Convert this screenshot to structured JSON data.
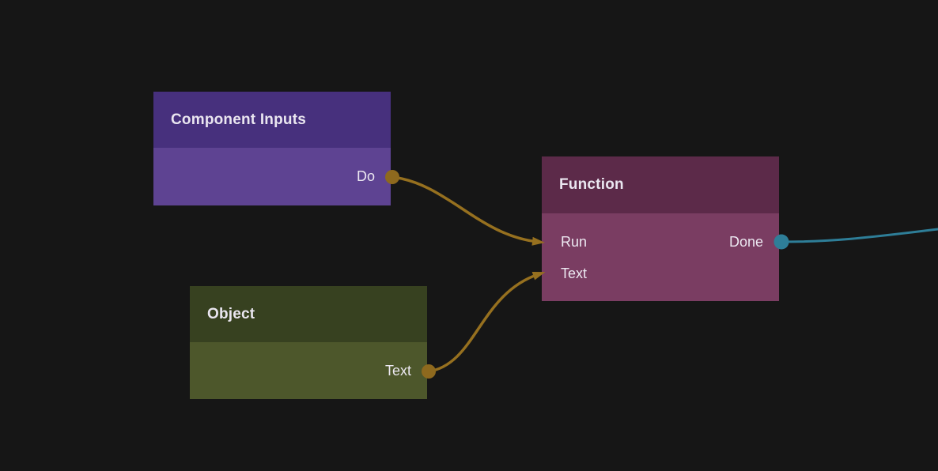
{
  "canvas": {
    "background_color": "#161616"
  },
  "nodes": [
    {
      "id": "component-inputs",
      "title": "Component Inputs",
      "header_color": "#47307d",
      "body_color": "#5e4392",
      "ports": {
        "outputs": [
          {
            "label": "Do",
            "type": "exec",
            "color": "#8e691e"
          }
        ]
      }
    },
    {
      "id": "object",
      "title": "Object",
      "header_color": "#374120",
      "body_color": "#4d572b",
      "ports": {
        "outputs": [
          {
            "label": "Text",
            "type": "data",
            "color": "#8e691e"
          }
        ]
      }
    },
    {
      "id": "function",
      "title": "Function",
      "header_color": "#5c2a49",
      "body_color": "#7a3d62",
      "ports": {
        "inputs": [
          {
            "label": "Run",
            "type": "exec"
          },
          {
            "label": "Text",
            "type": "data"
          }
        ],
        "outputs": [
          {
            "label": "Done",
            "type": "exec",
            "color": "#2e7e98"
          }
        ]
      }
    }
  ],
  "wires": [
    {
      "from": "Component Inputs.Do",
      "to": "Function.Run",
      "color": "#96701f"
    },
    {
      "from": "Object.Text",
      "to": "Function.Text",
      "color": "#96701f"
    },
    {
      "from": "Function.Done",
      "to": "off-canvas-right",
      "color": "#2e7e98"
    }
  ]
}
